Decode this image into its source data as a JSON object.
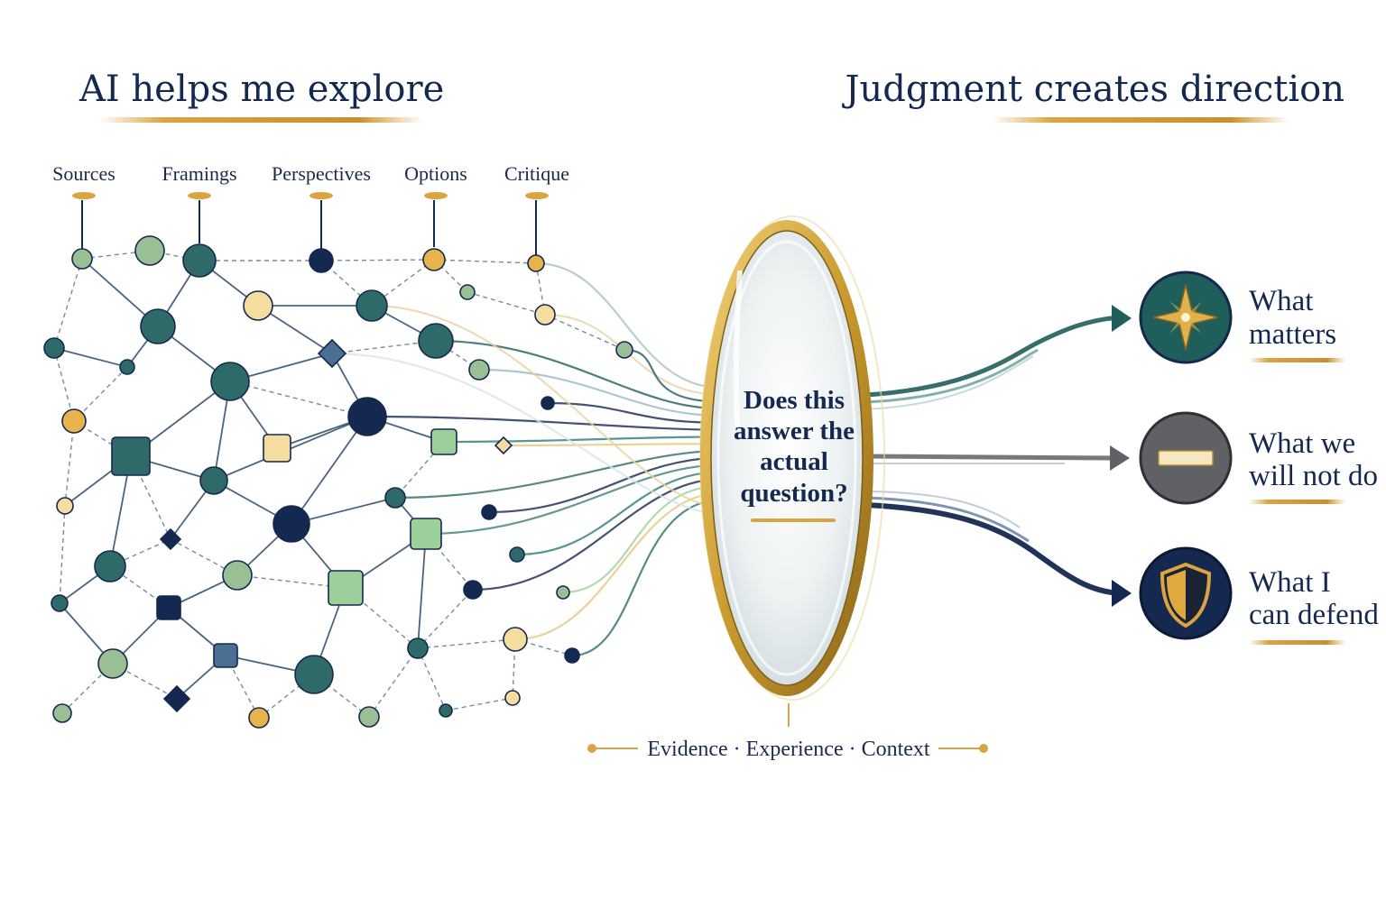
{
  "header": {
    "left_title": "AI helps me explore",
    "right_title": "Judgment creates direction"
  },
  "categories": [
    "Sources",
    "Framings",
    "Perspectives",
    "Options",
    "Critique"
  ],
  "lens": {
    "lines": [
      "Does this",
      "answer the",
      "actual",
      "question?"
    ]
  },
  "footer": {
    "text": "Evidence · Experience · Context"
  },
  "outcomes": [
    {
      "lines": [
        "What",
        "matters"
      ],
      "icon": "compass-star-icon",
      "color": "#1f5e5a"
    },
    {
      "lines": [
        "What we",
        "will not do"
      ],
      "icon": "minus-bar-icon",
      "color": "#5f6167"
    },
    {
      "lines": [
        "What I",
        "can defend"
      ],
      "icon": "shield-icon",
      "color": "#15284f"
    }
  ],
  "colors": {
    "navy": "#15284f",
    "teal": "#2e6b68",
    "sage": "#9bbf95",
    "gold": "#d9a441",
    "gray": "#5f6167"
  }
}
